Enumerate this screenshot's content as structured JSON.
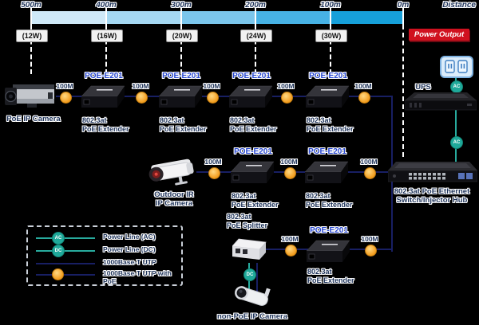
{
  "scale": {
    "distance_label": "Distance",
    "power_output_label": "Power Output",
    "ticks": [
      {
        "d": "500m",
        "w": "(12W)"
      },
      {
        "d": "400m",
        "w": "(16W)"
      },
      {
        "d": "300m",
        "w": "(20W)"
      },
      {
        "d": "200m",
        "w": "(24W)"
      },
      {
        "d": "100m",
        "w": "(30W)"
      },
      {
        "d": "0m"
      }
    ]
  },
  "links": {
    "label": "100M"
  },
  "devices": {
    "poe_camera": {
      "label": "PoE IP Camera"
    },
    "extender": {
      "model": "POE-E201",
      "line1": "802.3at",
      "line2": "PoE Extender"
    },
    "outdoor_camera": {
      "line1": "Outdoor IR",
      "line2": "IP Camera"
    },
    "splitter": {
      "line1": "802.3at",
      "line2": "PoE Splitter"
    },
    "non_poe_camera": {
      "label": "non-PoE IP Camera"
    },
    "ups": {
      "label": "UPS"
    },
    "switch": {
      "line1": "802.3at PoE Ethernet",
      "line2": "Switch/Injector Hub"
    }
  },
  "power_nodes": {
    "ac": "AC",
    "dc": "DC"
  },
  "legend": {
    "items": [
      {
        "label": "Power Line (AC)"
      },
      {
        "label": "Power Line (DC)"
      },
      {
        "label": "1000Base-T UTP"
      },
      {
        "label": "1000Base-T UTP with PoE"
      }
    ]
  },
  "colors": {
    "background": "#000000",
    "poe_orange": "#f29c1d",
    "power_teal": "#28ab9e",
    "utp_navy": "#181f63",
    "model_blue": "#2747d0",
    "label_navy": "#1c3158",
    "power_output_red": "#d0111f",
    "bar_segments": [
      "#cfe9f8",
      "#a5d8f2",
      "#7bc6ec",
      "#47b2e5",
      "#16a0da"
    ]
  }
}
